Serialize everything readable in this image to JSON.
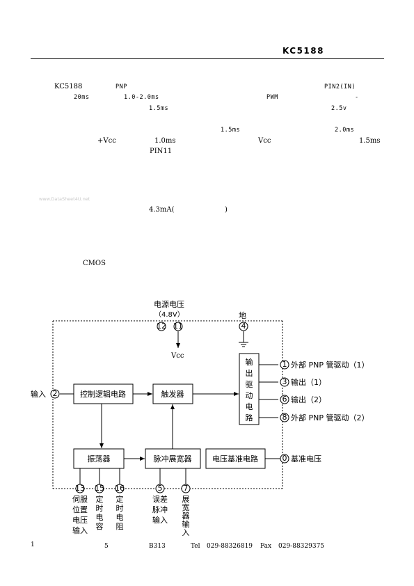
{
  "header": {
    "title": "KC5188"
  },
  "body_text": {
    "l1_a": "KC5188",
    "l1_b": "PNP",
    "l1_c": "PIN2(IN)",
    "l2_a": "20ms",
    "l2_b": "1.0-2.0ms",
    "l2_c": "PWM",
    "l2_d": "-",
    "l3_a": "1.5ms",
    "l3_b": "2.5v",
    "l4_a": "1.5ms",
    "l4_b": "2.0ms",
    "l5_a": "+Vcc",
    "l5_b": "1.0ms",
    "l5_c": "Vcc",
    "l5_d": "1.5ms",
    "l6_a": "PIN11",
    "watermark": "www.DataSheet4U.net",
    "l7_a": "4.3mA(",
    "l7_b": ")",
    "l8_a": "CMOS"
  },
  "diagram": {
    "power_label": "电源电压",
    "power_value": "（4.8V）",
    "pin_12": "12",
    "pin_11": "11",
    "vcc": "Vcc",
    "ground_label": "地",
    "pin_4": "4",
    "input_label": "输入",
    "pin_2": "2",
    "box_control_logic": "控制逻辑电路",
    "box_trigger": "触发器",
    "box_oscillator": "振荡器",
    "box_pulse_stretch": "脉冲展宽器",
    "box_ref": "电压基准电路",
    "box_output_chars": [
      "输",
      "出",
      "驱",
      "动",
      "电",
      "路"
    ],
    "out_1_num": "1",
    "out_1_label": "外部 PNP 管驱动（1）",
    "out_3_num": "3",
    "out_3_label": "输出（1）",
    "out_6_num": "6",
    "out_6_label": "输出（2）",
    "out_8_num": "8",
    "out_8_label": "外部 PNP 管驱动（2）",
    "pin_0": "0",
    "ref_label": "基准电压",
    "pin_13": "13",
    "pin_15": "15",
    "pin_16": "16",
    "pin_5": "5",
    "pin_7": "7",
    "bottom_13": [
      "伺服",
      "位置",
      "电压",
      "输入"
    ],
    "bottom_15": [
      "定",
      "时",
      "电",
      "容"
    ],
    "bottom_16": [
      "定",
      "时",
      "电",
      "阻"
    ],
    "bottom_5": [
      "误差",
      "脉冲",
      "输入"
    ],
    "bottom_7": [
      "展",
      "宽",
      "器",
      "输",
      "入"
    ]
  },
  "footer": {
    "page": "1",
    "n5": "5",
    "addr": "B313",
    "tel_label": "Tel",
    "tel": "029-88326819",
    "fax_label": "Fax",
    "fax": "029-88329375"
  }
}
